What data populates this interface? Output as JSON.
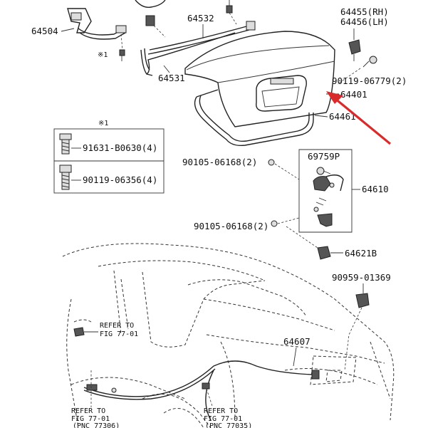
{
  "labels": {
    "p64504": "64504",
    "p64532": "64532",
    "p64531": "64531",
    "p64455": "64455(RH)",
    "p64456": "64456(LH)",
    "p90119_06779": "90119-06779(2)",
    "p64401": "64401",
    "p64461": "64461",
    "note1": "※1",
    "note1b": "※1",
    "p91631": "91631-B0630(4)",
    "p90119_06356": "90119-06356(4)",
    "p69759": "69759P",
    "p90105_a": "90105-06168(2)",
    "p64610": "64610",
    "p90105_b": "90105-06168(2)",
    "p64621": "64621B",
    "p90959": "90959-01369",
    "refer_a_1": "REFER TO",
    "refer_a_2": "FIG 77-01",
    "p64607": "64607",
    "refer_b_1": "REFER TO",
    "refer_b_2": "FIG 77-01",
    "refer_b_3": "(PNC 77306)",
    "refer_c_1": "REFER TO",
    "refer_c_2": "FIG 77-01",
    "refer_c_3": "(PNC 77035)"
  },
  "colors": {
    "arrow": "#d92b2b",
    "ink": "#222222"
  }
}
